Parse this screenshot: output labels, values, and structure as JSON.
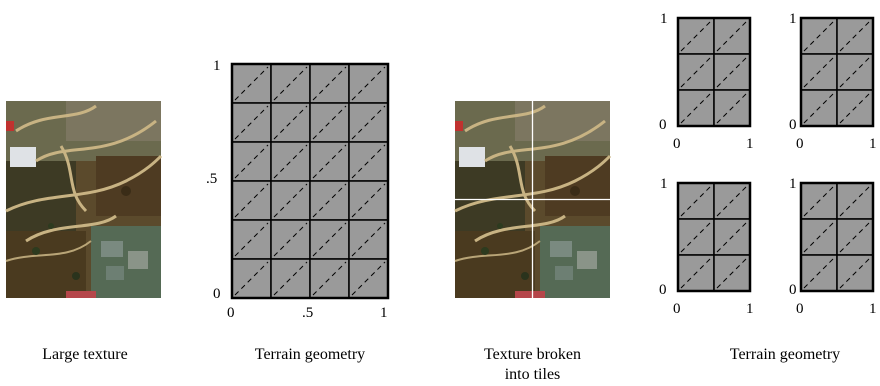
{
  "captions": {
    "large_texture": "Large texture",
    "terrain_geometry_left": "Terrain geometry",
    "texture_tiles_line1": "Texture broken",
    "texture_tiles_line2": "into tiles",
    "terrain_geometry_right": "Terrain geometry"
  },
  "main_grid": {
    "columns": 4,
    "rows": 6,
    "y_ticks": [
      "1",
      ".5",
      "0"
    ],
    "x_ticks": [
      "0",
      ".5",
      "1"
    ]
  },
  "tile_grids": {
    "columns": 2,
    "rows": 3,
    "count": 4,
    "y_ticks": [
      "1",
      "0"
    ],
    "x_ticks": [
      "0",
      "1"
    ]
  },
  "colors": {
    "cell_fill": "#9a9a9a",
    "grid_line": "#000000",
    "tile_split_line": "#ffffff"
  }
}
